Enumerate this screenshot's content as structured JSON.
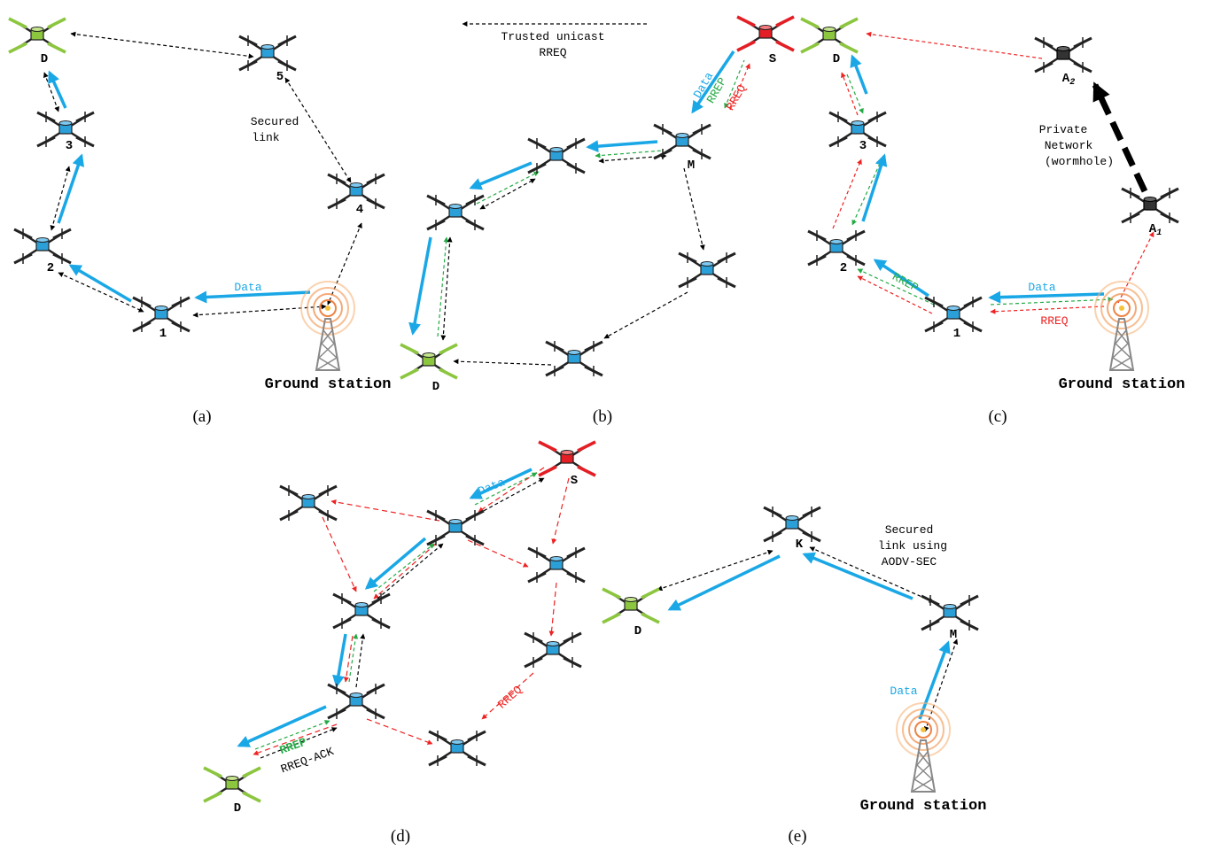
{
  "colors": {
    "blue": "#1aa7e6",
    "green": "#22aa44",
    "red": "#ee2222",
    "black": "#000000",
    "drone_blue": "#2b9fd8",
    "drone_green": "#8cc63f",
    "drone_red": "#e31e24",
    "drone_black": "#333333"
  },
  "legend": {
    "line1": "Trusted unicast",
    "line2": "RREQ"
  },
  "panels": {
    "a": {
      "caption": "(a)",
      "secured_1": "Secured",
      "secured_2": "link",
      "data": "Data",
      "ground": "Ground station",
      "node_D": "D",
      "node_1": "1",
      "node_2": "2",
      "node_3": "3",
      "node_4": "4",
      "node_5": "5"
    },
    "b": {
      "caption": "(b)",
      "data": "Data",
      "rrep": "RREP",
      "rreq": "RREQ",
      "node_S": "S",
      "node_M": "M",
      "node_D": "D"
    },
    "c": {
      "caption": "(c)",
      "private_1": "Private",
      "private_2": "Network",
      "private_3": "(wormhole)",
      "data": "Data",
      "rrep": "RREP",
      "rreq": "RREQ",
      "ground": "Ground station",
      "node_D": "D",
      "node_1": "1",
      "node_2": "2",
      "node_3": "3",
      "node_A2": "A",
      "node_A2_sub": "2",
      "node_A1": "A",
      "node_A1_sub": "1"
    },
    "d": {
      "caption": "(d)",
      "data": "Data",
      "rrep": "RREP",
      "rreq": "RREQ",
      "rreq_ack": "RREQ-ACK",
      "node_S": "S",
      "node_D": "D"
    },
    "e": {
      "caption": "(e)",
      "secured_1": "Secured",
      "secured_2": "link using",
      "secured_3": "AODV-SEC",
      "data": "Data",
      "ground": "Ground station",
      "node_K": "K",
      "node_M": "M",
      "node_D": "D"
    }
  }
}
